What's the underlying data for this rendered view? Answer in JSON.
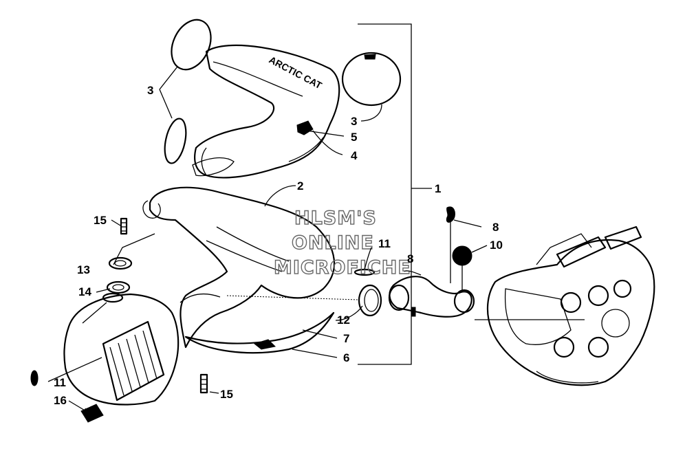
{
  "watermark": {
    "line1": "HLSM'S",
    "line2": "ONLINE",
    "line3": "MICROFICHE"
  },
  "callouts": {
    "c1": "1",
    "c2": "2",
    "c3a": "3",
    "c3b": "3",
    "c4": "4",
    "c5": "5",
    "c6": "6",
    "c7": "7",
    "c8a": "8",
    "c8b": "8",
    "c10": "10",
    "c11a": "11",
    "c11b": "11",
    "c12": "12",
    "c13": "13",
    "c14": "14",
    "c15a": "15",
    "c15b": "15",
    "c16": "16"
  }
}
